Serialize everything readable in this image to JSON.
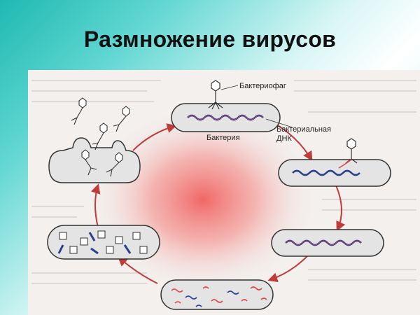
{
  "slide": {
    "title": "Размножение вирусов"
  },
  "diagram": {
    "labels": {
      "phage": "Бактериофаг",
      "bacterium": "Бактерия",
      "dna_line1": "Бактериальная",
      "dna_line2": "ДНК"
    },
    "colors": {
      "background_gradient": [
        "#1fb9b2",
        "#ffffff"
      ],
      "panel": "#f4f1ef",
      "center_glow": "#f06a6a",
      "cell_fill": "#e4e4e4",
      "cell_stroke": "#333333",
      "dna": "#2c3e8f",
      "dna_inner": "#d94b4b",
      "arrow": "#c23b3b"
    }
  }
}
